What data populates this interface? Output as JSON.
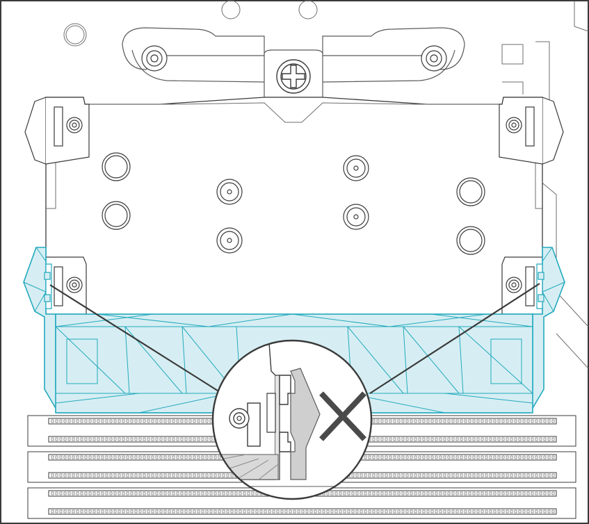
{
  "figure": {
    "kind": "installation-diagram",
    "subject": "cpu-cooler-fan-clip-on-ram",
    "status_mark": "incorrect",
    "colors": {
      "line": "#3a3a3a",
      "line_light": "#6e6e6e",
      "fan_fill": "#d6eef3",
      "fan_stroke": "#22a9bd",
      "cross": "#4a4a4a",
      "background": "#ffffff",
      "zoom_fill": "#ffffff",
      "gray_part": "#cfcfcf"
    },
    "icons": [
      "cross-mark-icon",
      "screw-icon",
      "zoom-callout-icon"
    ]
  }
}
